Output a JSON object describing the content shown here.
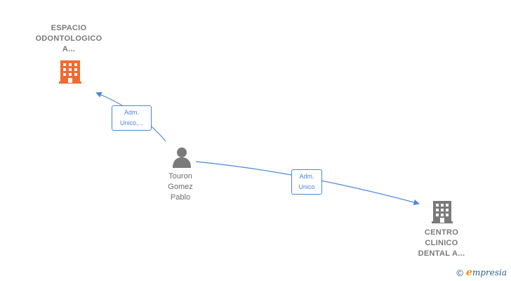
{
  "nodes": {
    "company_a": {
      "line1": "ESPACIO",
      "line2": "ODONTOLOGICO",
      "line3": "A...",
      "icon": "building-icon",
      "color": "#f26a2e"
    },
    "company_b": {
      "line1": "CENTRO",
      "line2": "CLINICO",
      "line3": "DENTAL A...",
      "icon": "building-icon",
      "color": "#7a7a7a"
    },
    "person": {
      "line1": "Touron",
      "line2": "Gomez",
      "line3": "Pablo",
      "icon": "person-icon",
      "color": "#7a7a7a"
    }
  },
  "edges": [
    {
      "from": "person",
      "to": "company_a",
      "label_line1": "Adm.",
      "label_line2": "Unico,..."
    },
    {
      "from": "person",
      "to": "company_b",
      "label_line1": "Adm.",
      "label_line2": "Unico"
    }
  ],
  "colors": {
    "edge": "#4a86d8"
  },
  "watermark": {
    "symbol": "©",
    "brand_initial": "e",
    "brand_rest": "mpresia"
  }
}
